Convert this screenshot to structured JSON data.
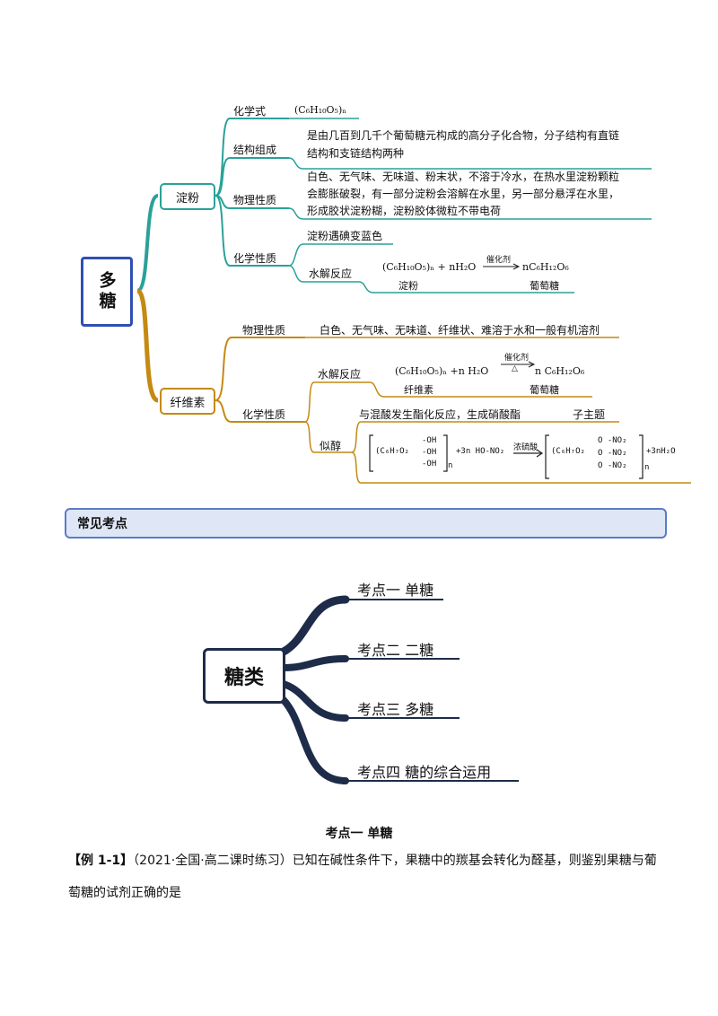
{
  "map1": {
    "root": "多糖",
    "starch": {
      "label": "淀粉",
      "formula_label": "化学式",
      "formula": "(C₆H₁₀O₅)ₙ",
      "structure_label": "结构组成",
      "structure_text": [
        "是由几百到几千个葡萄糖元构成的高分子化合物，分子结构有直链",
        "结构和支链结构两种"
      ],
      "physical_label": "物理性质",
      "physical_text": [
        "白色、无气味、无味道、粉末状，不溶于冷水，在热水里淀粉颗粒",
        "会膨胀破裂，有一部分淀粉会溶解在水里，另一部分悬浮在水里，",
        "形成胶状淀粉糊，淀粉胶体微粒不带电荷"
      ],
      "chemical_label": "化学性质",
      "iodine_text": "淀粉遇碘变蓝色",
      "hydrolysis_label": "水解反应",
      "hydrolysis_left": "(C₆H₁₀O₅)ₙ + nH₂O",
      "hydrolysis_catalyst": "催化剂",
      "hydrolysis_right": "nC₆H₁₂O₆",
      "hydrolysis_left_name": "淀粉",
      "hydrolysis_right_name": "葡萄糖"
    },
    "cellulose": {
      "label": "纤维素",
      "physical_label": "物理性质",
      "physical_text": "白色、无气味、无味道、纤维状、难溶于水和一般有机溶剂",
      "chemical_label": "化学性质",
      "hydrolysis_label": "水解反应",
      "hydrolysis_left": "(C₆H₁₀O₅)ₙ +n H₂O",
      "hydrolysis_catalyst": "催化剂",
      "hydrolysis_delta": "△",
      "hydrolysis_right": "n C₆H₁₂O₆",
      "hydrolysis_left_name": "纤维素",
      "hydrolysis_right_name": "葡萄糖",
      "alcohol_label": "似醇",
      "ester_text": "与混酸发生酯化反应，生成硝酸酯",
      "ester_suffix": "子主题",
      "eq_left_unit": "(C₆H₇O₂",
      "eq_oh": [
        "-OH",
        "-OH",
        "-OH"
      ],
      "eq_n1": "n",
      "eq_reagent": "+3n  HO-NO₂",
      "eq_catalyst": "浓硫酸",
      "eq_right_unit": "(C₆H₇O₂",
      "eq_ono2": [
        "O -NO₂",
        "O -NO₂",
        "O -NO₂"
      ],
      "eq_n2": "n",
      "eq_tail": "+3nH₂O"
    }
  },
  "section_header": "常见考点",
  "map2": {
    "root": "糖类",
    "items": [
      "考点一  单糖",
      "考点二  二糖",
      "考点三  多糖",
      "考点四  糖的综合运用"
    ]
  },
  "heading": "考点一  单糖",
  "example": {
    "tag": "【例 1-1】",
    "source": "（2021·全国·高二课时练习）",
    "line1": "已知在碱性条件下，果糖中的羰基会转化为醛基，则鉴别果糖与葡",
    "line2": "萄糖的试剂正确的是"
  },
  "colors": {
    "starch": "#2aa198",
    "cellulose": "#c48a12",
    "root_border": "#2e4fb3",
    "header_border": "#5a7cc7",
    "header_bg": "#dfe7f7",
    "map2": "#1e2c4a"
  }
}
